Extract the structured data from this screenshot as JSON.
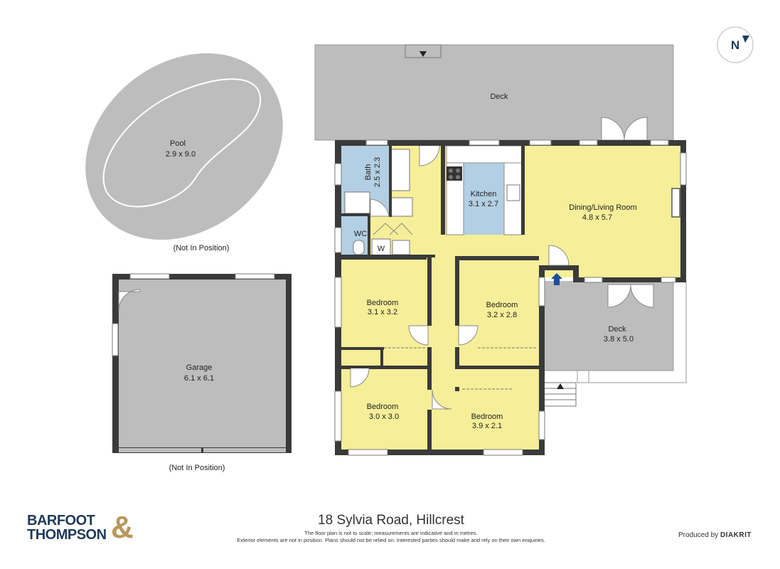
{
  "compass": {
    "label": "N"
  },
  "rooms": {
    "pool": {
      "name": "Pool",
      "dims": "2.9 x 9.0",
      "note": "(Not In Position)"
    },
    "garage": {
      "name": "Garage",
      "dims": "6.1 x 6.1",
      "note": "(Not In Position)"
    },
    "deck_top": {
      "name": "Deck"
    },
    "bath": {
      "name": "Bath",
      "dims": "2.5 x 2.3"
    },
    "wc": {
      "name": "WC"
    },
    "laundry": {
      "name": "W"
    },
    "kitchen": {
      "name": "Kitchen",
      "dims": "3.1 x 2.7"
    },
    "dining": {
      "name": "Dining/Living Room",
      "dims": "4.8 x 5.7"
    },
    "bed1": {
      "name": "Bedroom",
      "dims": "3.1 x 3.2"
    },
    "bed2": {
      "name": "Bedroom",
      "dims": "3.2 x 2.8"
    },
    "deck_right": {
      "name": "Deck",
      "dims": "3.8 x 5.0"
    },
    "bed3": {
      "name": "Bedroom",
      "dims": "3.0 x 3.0"
    },
    "bed4": {
      "name": "Bedroom",
      "dims": "3.9 x 2.1"
    }
  },
  "footer": {
    "title": "18 Sylvia Road, Hillcrest",
    "note_line1": "The floor plan is not to scale; measurements are indicative and in metres.",
    "note_line2": "Exterior elements are not in position. Plans should not be relied on. Interested parties should make and rely on their own enquiries.",
    "producer_prefix": "Produced by",
    "producer_brand": "DIAKRIT"
  },
  "brand": {
    "line1": "BARFOOT",
    "line2": "THOMPSON",
    "amp": "&"
  },
  "colors": {
    "yellow": "#f6ee98",
    "blue": "#b3cfe3",
    "grey": "#bdbdbd",
    "wall": "#3a3a3a",
    "entry_arrow": "#1b4f9c",
    "brand_navy": "#1f3a5a",
    "brand_gold": "#b8975a"
  }
}
